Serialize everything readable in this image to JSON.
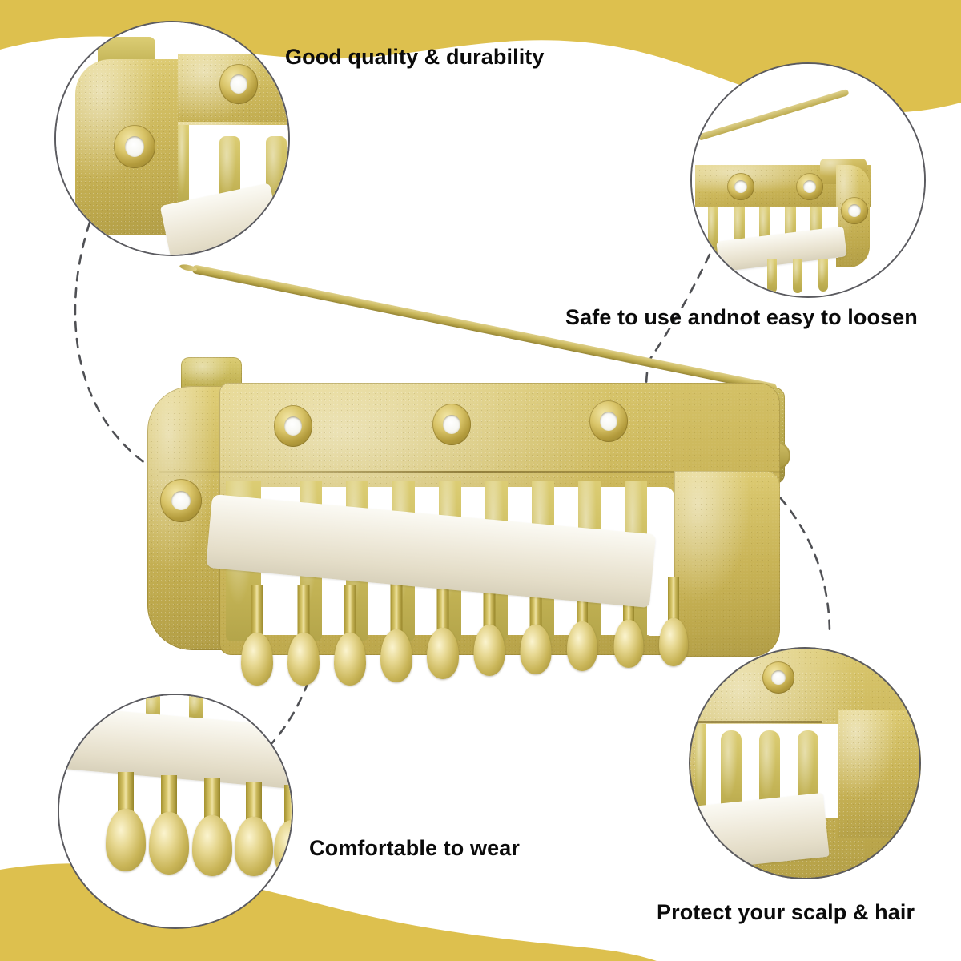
{
  "page": {
    "background_color": "#ffffff",
    "accent_gold": "#ddc04e",
    "outline_color": "#5b5b60",
    "text_color": "#0b0b0b"
  },
  "decorations": {
    "top_wave": {
      "name": "top-gold-wave",
      "color": "#ddc04e"
    },
    "bottom_wave": {
      "name": "bottom-gold-wave",
      "color": "#ddc04e"
    }
  },
  "captions": [
    {
      "id": "quality",
      "text": "Good quality & durability"
    },
    {
      "id": "safe",
      "text": "Safe to use andnot easy to loosen"
    },
    {
      "id": "comfort",
      "text": "Comfortable to wear"
    },
    {
      "id": "protect",
      "text": "Protect your scalp & hair"
    }
  ],
  "callouts": [
    {
      "id": "top-left",
      "subject": "clip-end-with-eyelets-closeup"
    },
    {
      "id": "top-right",
      "subject": "clip-with-open-pin-closeup"
    },
    {
      "id": "bottom-left",
      "subject": "clip-teeth-and-fabric-closeup"
    },
    {
      "id": "bottom-right",
      "subject": "clip-comb-slots-closeup"
    }
  ],
  "product": {
    "name": "snap-hair-clip",
    "material_color": "#c9b457",
    "eyelet_count_top": 3,
    "eyelet_count_side": 1,
    "tooth_count": 10,
    "comb_slot_count": 10,
    "has_pin": true,
    "fabric_strip_color": "#efeadb"
  }
}
